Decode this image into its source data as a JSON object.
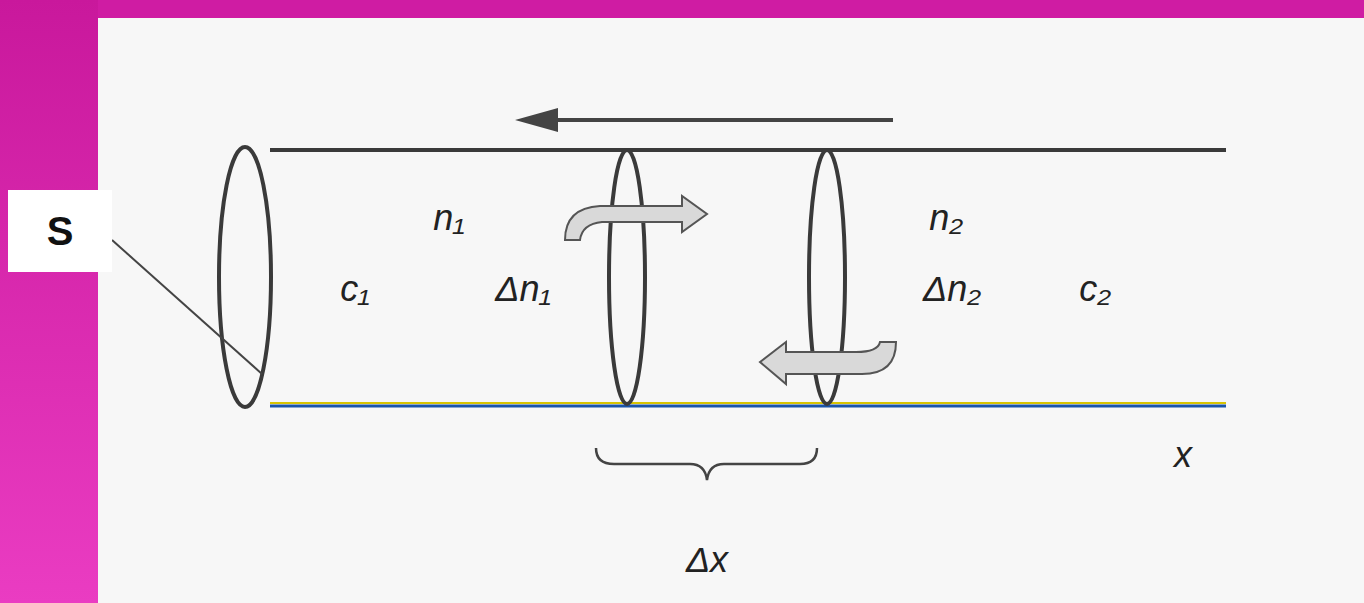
{
  "diagram": {
    "nodes": [
      {
        "text": [
          "S"
        ]
      }
    ],
    "labels": [
      "n₁",
      "c₁",
      "Δn₁",
      "n₂",
      "Δn₂",
      "c₂",
      "x",
      "Δx"
    ]
  }
}
